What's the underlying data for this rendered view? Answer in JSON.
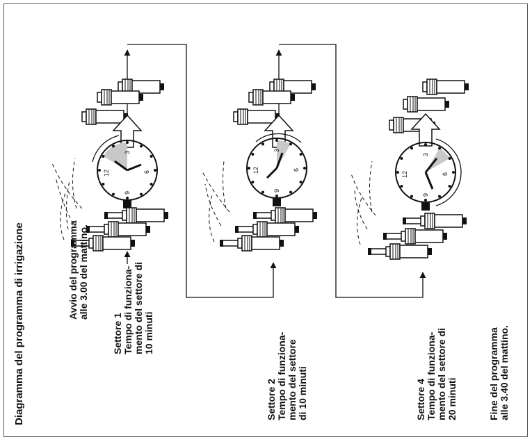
{
  "title": "Diagramma del programma di irrigazione",
  "start": {
    "line1": "Avvio del programma",
    "line2": "alle 3.00 del mattino."
  },
  "sectors": [
    {
      "name": "Settore 1",
      "lines": [
        "Tempo di funziona-",
        "mento del settore di",
        "10 minuti"
      ]
    },
    {
      "name": "Settore 2",
      "lines": [
        "Tempo di funziona-",
        "mento del settore",
        "di 10 minuti"
      ]
    },
    {
      "name": "Settore 4",
      "lines": [
        "Tempo di funziona-",
        "mento del settore di",
        "20 minuti"
      ]
    }
  ],
  "end": {
    "line1": "Fine del programma",
    "line2": "alle 3.40 del mattino."
  },
  "clock_numbers": [
    "12",
    "3",
    "6",
    "9"
  ],
  "colors": {
    "line": "#111111",
    "shade": "#c8c8c8",
    "frame": "#555555"
  }
}
